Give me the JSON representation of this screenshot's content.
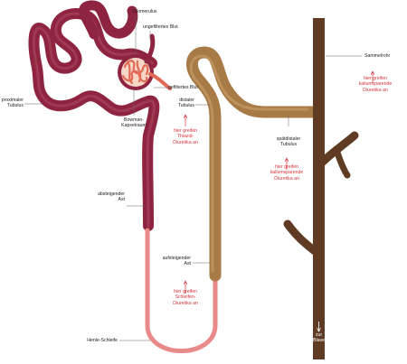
{
  "labels": {
    "glomerulus": "Glomerulus",
    "unfiltered_blood": "ungefiltertes Blut",
    "filtered_blood": "gefiltertes Blut",
    "proximal_tubule": "proximaler\nTubulus",
    "bowman_capsule": "Bowman-\nKapselraum",
    "descending_limb": "absteigender\nAst",
    "henle_loop": "Henle-Schleife",
    "ascending_limb": "aufsteigender\nAst",
    "distal_tubule": "distaler\nTubulus",
    "late_distal_tubule": "spätdistaler\nTubulus",
    "collecting_duct": "Sammelrohr",
    "to_bladder": "zur\nBlase"
  },
  "drug_sites": {
    "thiazide": "hier greifen\nThiazid-\nDiuretika an",
    "loop": "hier greifen\nSchleifen-\nDiuretika an",
    "potassium_sparing_late_distal": "hier greifen\nkaliumsparende\nDiuretika an",
    "potassium_sparing_collecting": "hier greifen\nkaliumsparende\nDiuretika an"
  },
  "colors": {
    "proximal": "#8e2440",
    "proximal_highlight": "#b04a65",
    "loop_thin": "#e98a8a",
    "distal": "#a77a46",
    "distal_highlight": "#c9a06a",
    "collecting": "#5e3b22",
    "annotation": "#d8343a",
    "glomerulus": "#e06a55"
  }
}
